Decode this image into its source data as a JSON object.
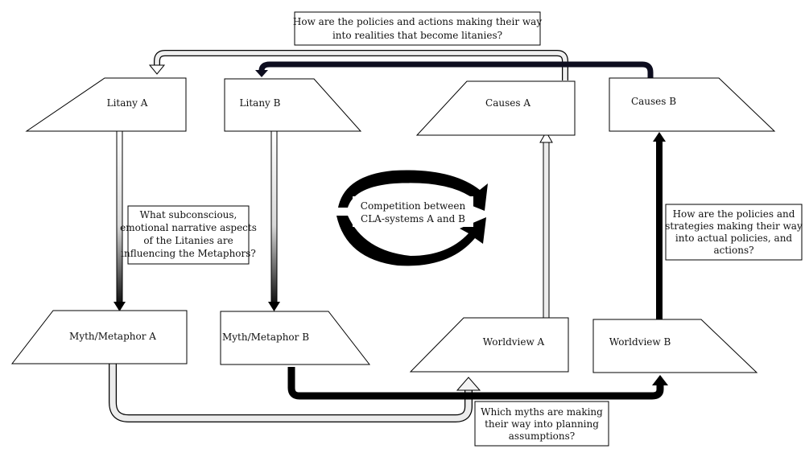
{
  "nodes": {
    "litany_a": "Litany A",
    "litany_b": "Litany B",
    "causes_a": "Causes A",
    "causes_b": "Causes B",
    "myth_a": "Myth/Metaphor A",
    "myth_b": "Myth/Metaphor B",
    "worldview_a": "Worldview A",
    "worldview_b": "Worldview B"
  },
  "questions": {
    "top": [
      "How are the policies and actions making their way",
      "into realities that become litanies?"
    ],
    "left": [
      "What subconscious,",
      "emotional narrative aspects",
      "of the Litanies are",
      "influencing the Metaphors?"
    ],
    "right": [
      "How are the policies and",
      "strategies making their way",
      "into actual policies, and",
      "actions?"
    ],
    "bottom": [
      "Which myths are making",
      "their way into planning",
      "assumptions?"
    ]
  },
  "center": [
    "Competition between",
    "CLA-systems A and B"
  ]
}
